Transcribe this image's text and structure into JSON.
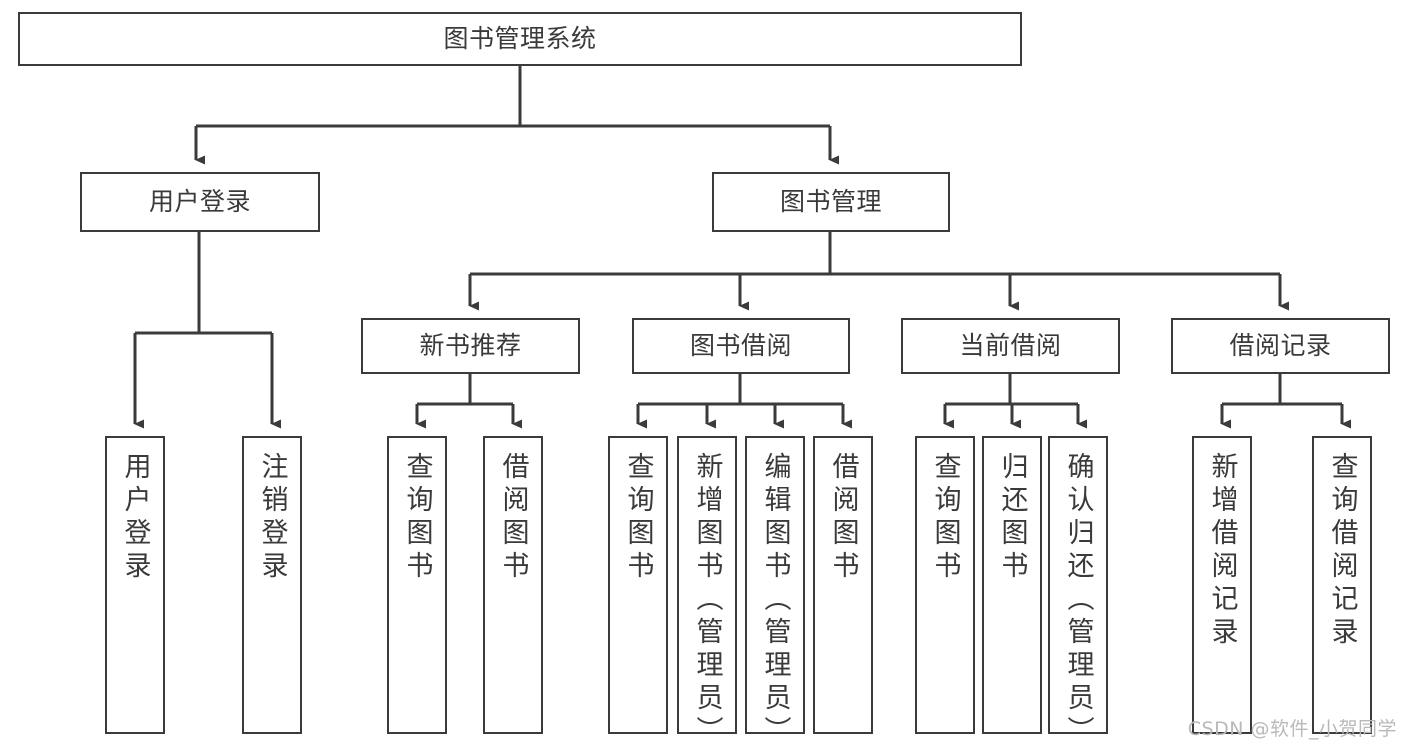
{
  "diagram": {
    "title": "图书管理系统",
    "type": "tree-hierarchy-diagram",
    "colors": {
      "box_border": "#3b3b3b",
      "box_fill": "#ffffff",
      "connector": "#3b3b3b",
      "text": "#3a3a3a",
      "background": "#ffffff",
      "watermark": "#b9b9b9"
    },
    "root": {
      "label": "图书管理系统"
    },
    "level1": [
      {
        "label": "用户登录"
      },
      {
        "label": "图书管理"
      }
    ],
    "level2": [
      {
        "label": "新书推荐"
      },
      {
        "label": "图书借阅"
      },
      {
        "label": "当前借阅"
      },
      {
        "label": "借阅记录"
      }
    ],
    "leaves": {
      "user_login": [
        {
          "label": "用户登录"
        },
        {
          "label": "注销登录"
        }
      ],
      "new_book_recommend": [
        {
          "label": "查询图书"
        },
        {
          "label": "借阅图书"
        }
      ],
      "book_borrow": [
        {
          "label": "查询图书"
        },
        {
          "label": "新增图书（管理员）"
        },
        {
          "label": "编辑图书（管理员）"
        },
        {
          "label": "借阅图书"
        }
      ],
      "current_borrow": [
        {
          "label": "查询图书"
        },
        {
          "label": "归还图书"
        },
        {
          "label": "确认归还（管理员）"
        }
      ],
      "borrow_record": [
        {
          "label": "新增借阅记录"
        },
        {
          "label": "查询借阅记录"
        }
      ]
    }
  },
  "watermark": {
    "text": "CSDN @软件_小贺同学"
  }
}
